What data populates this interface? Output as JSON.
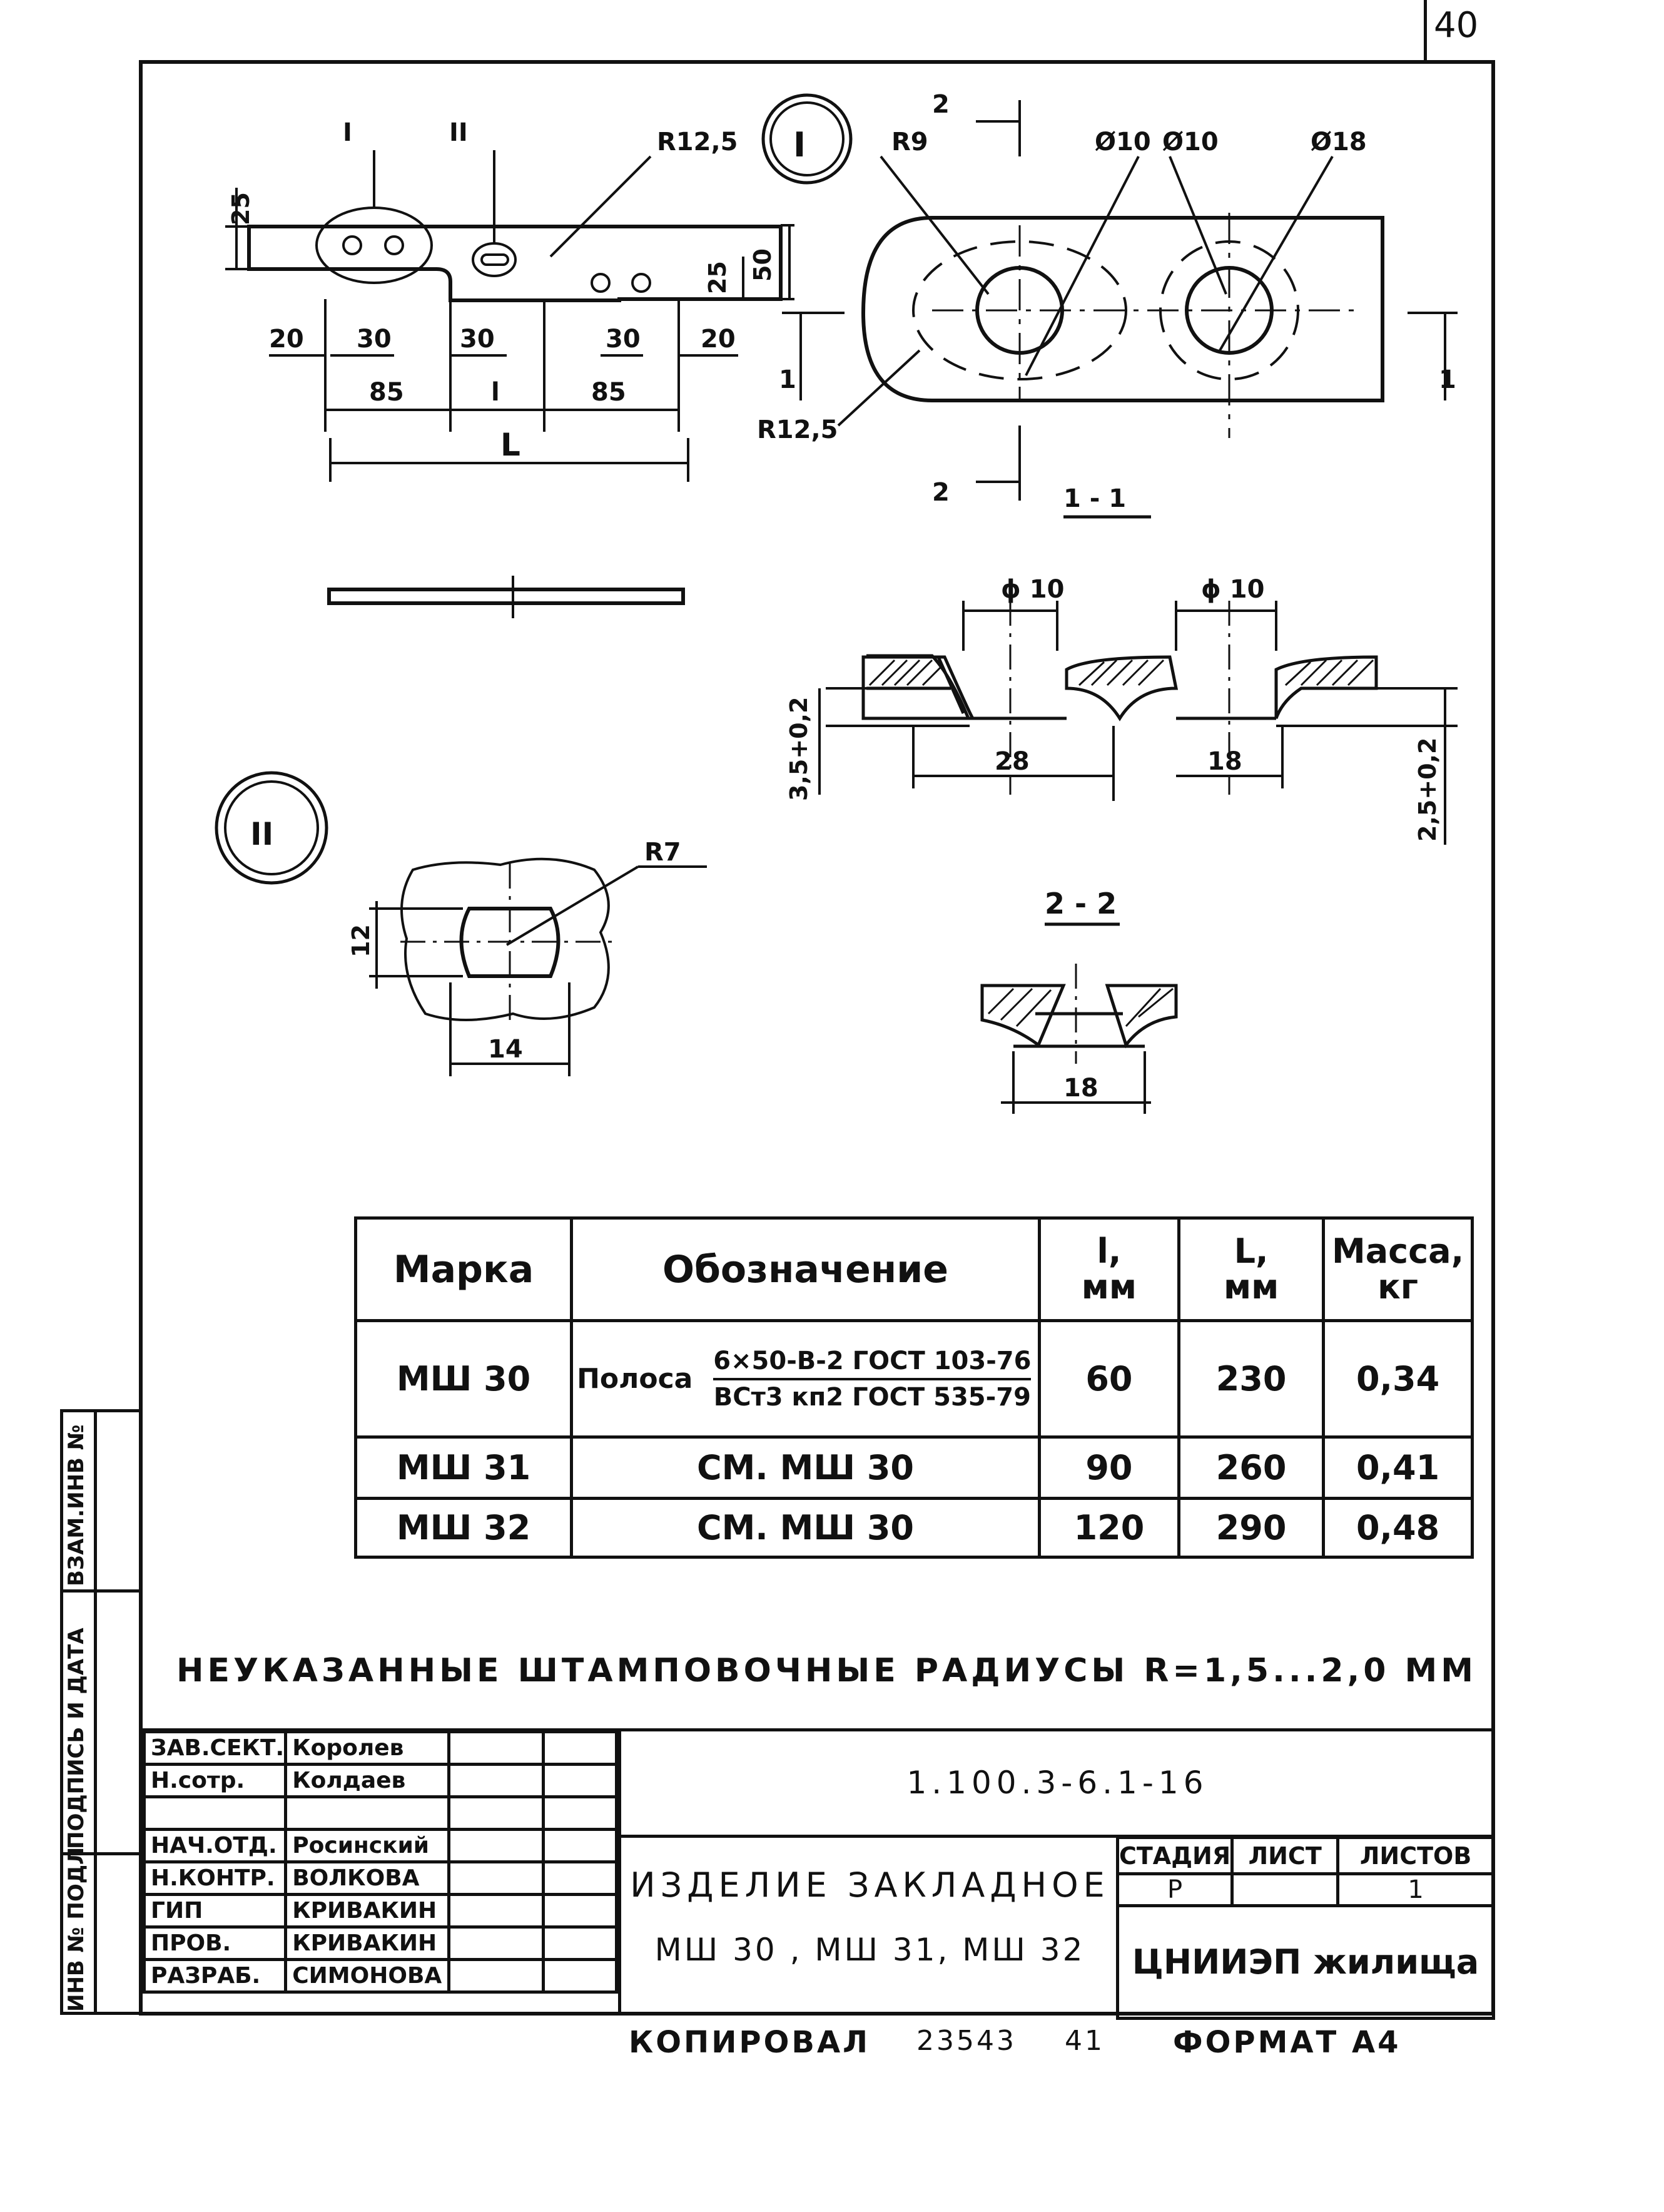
{
  "sheet_number": "40",
  "views": {
    "callout_I": "I",
    "callout_II": "II",
    "detail_I": "I",
    "detail_II": "II",
    "section_1_1": "1 - 1",
    "section_2_2": "2 - 2",
    "cut_1": "1",
    "cut_2": "2"
  },
  "dimensions": {
    "r12_5": "R12,5",
    "r9": "R9",
    "d10a": "Ø10",
    "d10b": "Ø10",
    "d18": "Ø18",
    "r12_5b": "R12,5",
    "h25": "25",
    "h25b": "25",
    "h50": "50",
    "w20a": "20",
    "w30a": "30",
    "w30b": "30",
    "w30c": "30",
    "w20b": "20",
    "w85a": "85",
    "wl": "l",
    "w85b": "85",
    "wL": "L",
    "phi10a": "ϕ 10",
    "phi10b": "ϕ 10",
    "t35": "3,5+0,2",
    "d28": "28",
    "d18s": "18",
    "t25": "2,5+0,2",
    "r7": "R7",
    "h12": "12",
    "w14": "14",
    "d18b": "18"
  },
  "spec_table": {
    "headers": [
      "Марка",
      "Обозначение",
      "l,\nмм",
      "L,\nмм",
      "Масса,\nкг"
    ],
    "rows": [
      {
        "mark": "МШ 30",
        "designation_prefix": "Полоса",
        "designation_top": "6×50-В-2 ГОСТ 103-76",
        "designation_bottom": "ВСт3 кп2 ГОСТ 535-79",
        "l": "60",
        "L": "230",
        "mass": "0,34"
      },
      {
        "mark": "МШ 31",
        "designation": "СМ. МШ 30",
        "l": "90",
        "L": "260",
        "mass": "0,41"
      },
      {
        "mark": "МШ 32",
        "designation": "СМ. МШ 30",
        "l": "120",
        "L": "290",
        "mass": "0,48"
      }
    ]
  },
  "note": "НЕУКАЗАННЫЕ  ШТАМПОВОЧНЫЕ  РАДИУСЫ  R=1,5...2,0 ММ",
  "side_strip": {
    "vzam": "ВЗАМ.ИНВ №",
    "podpis": "ПОДПИСЬ И ДАТА",
    "inv": "ИНВ № ПОДЛ"
  },
  "title_block": {
    "roles": [
      {
        "role": "ЗАВ.СЕКТ.",
        "name": "Королев"
      },
      {
        "role": "Н.сотр.",
        "name": "Колдаев"
      },
      {
        "role": "",
        "name": ""
      },
      {
        "role": "НАЧ.ОТД.",
        "name": "Росинский"
      },
      {
        "role": "Н.КОНТР.",
        "name": "ВОЛКОВА"
      },
      {
        "role": "ГИП",
        "name": "КРИВАКИН"
      },
      {
        "role": "ПРОВ.",
        "name": "КРИВАКИН"
      },
      {
        "role": "РАЗРАБ.",
        "name": "СИМОНОВА"
      }
    ],
    "doc_code": "1.100.3-6.1-16",
    "title_line1": "ИЗДЕЛИЕ  ЗАКЛАДНОЕ",
    "title_line2": "МШ 30 , МШ 31, МШ 32",
    "stage_label": "СТАДИЯ",
    "sheet_label": "ЛИСТ",
    "sheets_label": "ЛИСТОВ",
    "stage": "Р",
    "sheet": "",
    "sheets": "1",
    "org": "ЦНИИЭП жилища"
  },
  "footer": {
    "copied": "КОПИРОВАЛ",
    "number": "23543",
    "page": "41",
    "format": "ФОРМАТ А4"
  }
}
